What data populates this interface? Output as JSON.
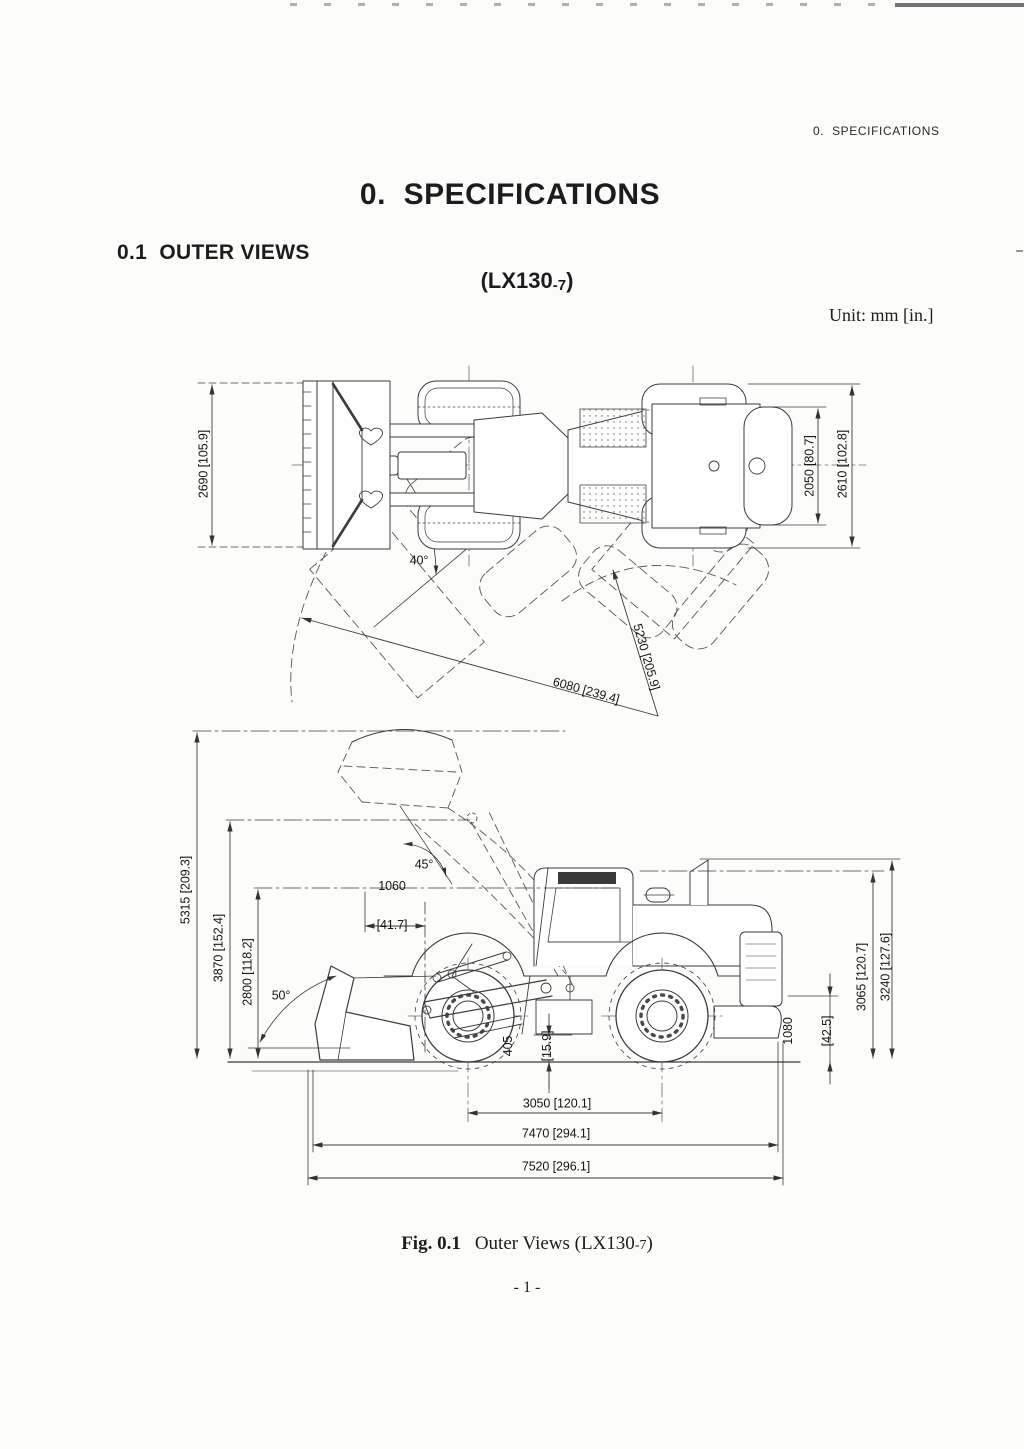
{
  "header": {
    "running_title": "0.  SPECIFICATIONS"
  },
  "title": "0.  SPECIFICATIONS",
  "section_heading": "0.1  OUTER VIEWS",
  "model": {
    "open": "(LX130",
    "sub": "-7",
    "close": ")"
  },
  "unit_note": "Unit: mm [in.]",
  "top_view": {
    "bucket_width": "2690 [105.9]",
    "tread_width": "2050 [80.7]",
    "overall_width": "2610 [102.8]",
    "articulation_angle": "40°",
    "turning_radius_bucket": "5230 [205.9]",
    "turning_radius_outer": "6080 [239.4]"
  },
  "side_view": {
    "max_height": "5315 [209.3]",
    "hinge_pin_height": "3870 [152.4]",
    "dump_clearance": "2800 [118.2]",
    "dump_reach": "1060",
    "dump_reach_in": "[41.7]",
    "dump_angle": "45°",
    "rollback_angle": "50°",
    "ground_clearance": "405",
    "ground_clearance_in": "[15.9]",
    "rear_clearance": "1080",
    "rear_clearance_in": "[42.5]",
    "cab_height": "3065 [120.7]",
    "overall_height": "3240 [127.6]",
    "wheelbase": "3050 [120.1]",
    "length_over_bucket": "7470 [294.1]",
    "overall_length": "7520 [296.1]"
  },
  "caption": {
    "fig_label": "Fig. 0.1",
    "text": "Outer Views (LX130",
    "sub": "-7",
    "close": ")"
  },
  "page_number": "- 1 -"
}
